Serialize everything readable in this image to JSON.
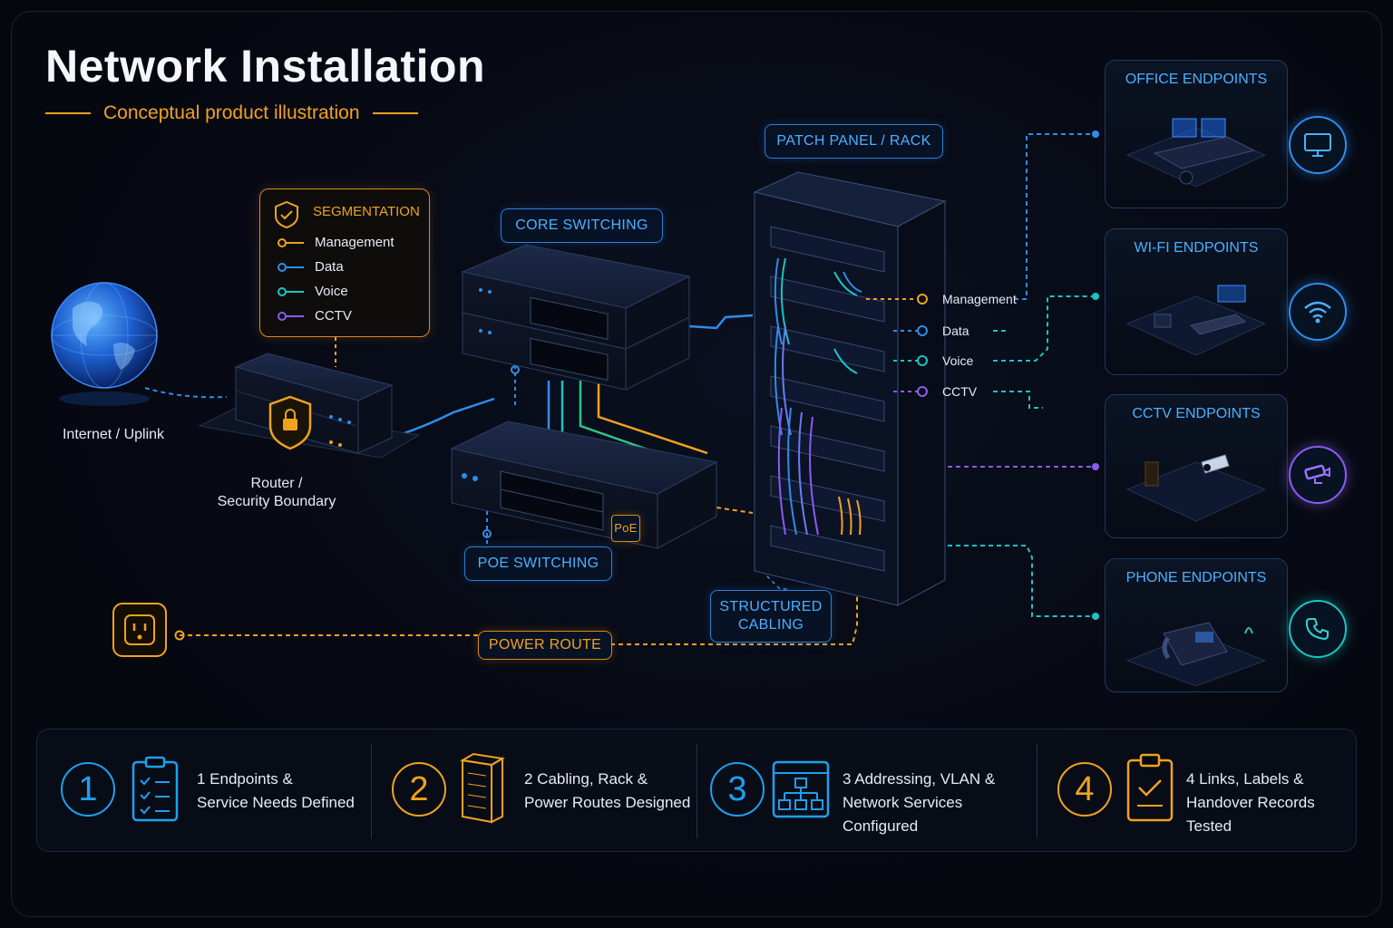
{
  "header": {
    "title": "Network Installation",
    "subtitle": "Conceptual product illustration"
  },
  "nodes": {
    "internet": "Internet / Uplink",
    "router": "Router /\nSecurity Boundary",
    "core": "CORE SWITCHING",
    "poe": "POE SWITCHING",
    "poe_badge": "PoE",
    "rack": "PATCH PANEL / RACK",
    "cabling": "STRUCTURED\nCABLING",
    "power": "POWER ROUTE"
  },
  "segmentation": {
    "title": "SEGMENTATION",
    "items": [
      {
        "label": "Management",
        "color": "#f0a21e"
      },
      {
        "label": "Data",
        "color": "#2f8de8"
      },
      {
        "label": "Voice",
        "color": "#19c4c4"
      },
      {
        "label": "CCTV",
        "color": "#8a5cf0"
      }
    ]
  },
  "vlans": [
    "Management",
    "Data",
    "Voice",
    "CCTV"
  ],
  "endpoints": [
    {
      "title": "OFFICE ENDPOINTS",
      "icon": "monitor-icon"
    },
    {
      "title": "WI-FI ENDPOINTS",
      "icon": "wifi-icon"
    },
    {
      "title": "CCTV ENDPOINTS",
      "icon": "camera-icon"
    },
    {
      "title": "PHONE ENDPOINTS",
      "icon": "phone-icon"
    }
  ],
  "steps": [
    {
      "num": "1",
      "line1": "1 Endpoints &",
      "line2": "Service Needs Defined",
      "icon": "clipboard-checklist-icon",
      "color": "#1ea0f0"
    },
    {
      "num": "2",
      "line1": "2 Cabling, Rack &",
      "line2": "Power Routes Designed",
      "icon": "rack-icon",
      "color": "#f0a21e"
    },
    {
      "num": "3",
      "line1": "3 Addressing, VLAN &",
      "line2": "Network Services Configured",
      "icon": "network-hierarchy-icon",
      "color": "#1ea0f0"
    },
    {
      "num": "4",
      "line1": "4 Links, Labels &",
      "line2": "Handover Records Tested",
      "icon": "clipboard-check-icon",
      "color": "#f0a21e"
    }
  ],
  "colors": {
    "accent_orange": "#f0a21e",
    "accent_blue": "#2f8de8",
    "accent_teal": "#19c4c4",
    "accent_purple": "#8a5cf0"
  }
}
